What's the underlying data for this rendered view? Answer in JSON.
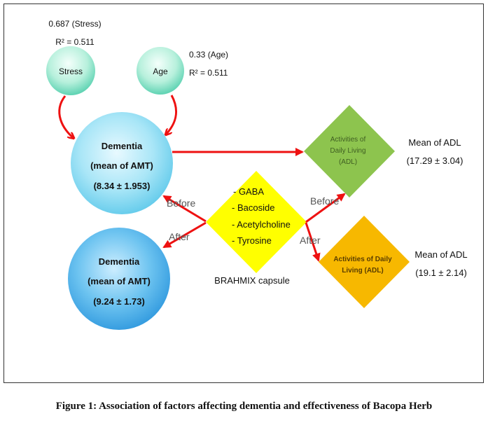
{
  "stress": {
    "label": "Stress",
    "coef": "0.687 (Stress)",
    "r2": "R² = 0.511"
  },
  "age": {
    "label": "Age",
    "coef": "0.33 (Age)",
    "r2": "R² = 0.511"
  },
  "dementia_before": {
    "title": "Dementia",
    "sub": "(mean of AMT)",
    "value": "(8.34 ± 1.953)"
  },
  "dementia_after": {
    "title": "Dementia",
    "sub": "(mean of AMT)",
    "value": "(9.24 ± 1.73)"
  },
  "capsule": {
    "items": [
      "- GABA",
      "- Bacoside",
      "- Acetylcholine",
      "- Tyrosine"
    ],
    "label": "BRAHMIX capsule"
  },
  "adl_before": {
    "lines": [
      "Activities of",
      "Daily Living",
      "(ADL)"
    ],
    "mean_label": "Mean of ADL",
    "value": "(17.29 ± 3.04)"
  },
  "adl_after": {
    "lines": [
      "Activities of Daily",
      "Living (ADL)"
    ],
    "mean_label": "Mean of ADL",
    "value": "(19.1 ± 2.14)"
  },
  "arrows": {
    "before_left": "Before",
    "after_left": "After",
    "before_right": "Before",
    "after_right": "After"
  },
  "caption": "Figure 1: Association of factors affecting dementia and effectiveness of Bacopa Herb",
  "colors": {
    "arrow": "#ee1111",
    "capsule": "#ffff00",
    "adl_before": "#8dc44e",
    "adl_after": "#f7b800"
  }
}
